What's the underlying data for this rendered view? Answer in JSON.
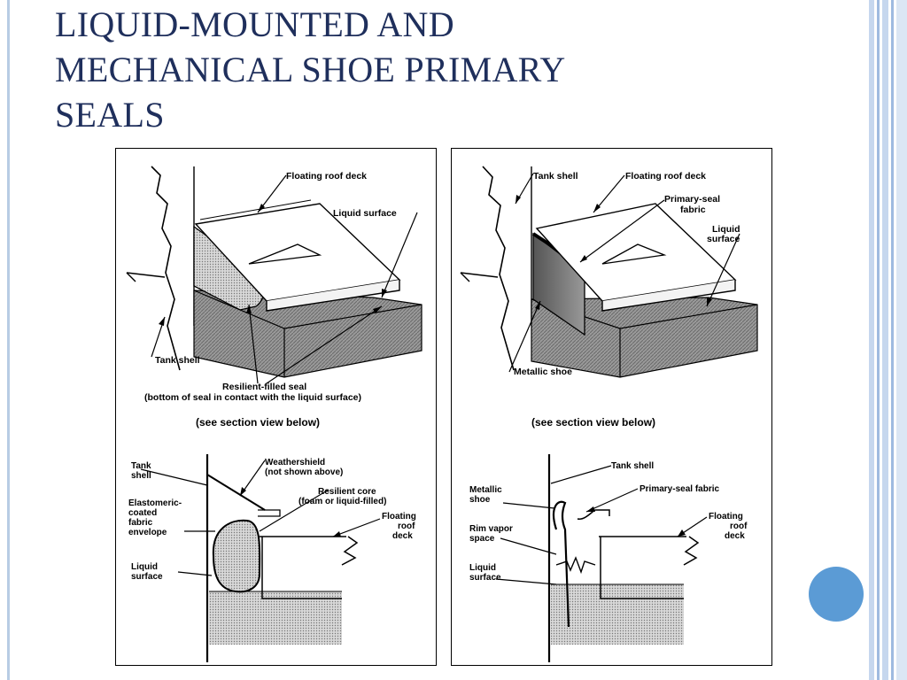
{
  "slide": {
    "title_line1": "LIQUID-MOUNTED AND",
    "title_line2": "MECHANICAL SHOE PRIMARY",
    "title_line3": "SEALS"
  },
  "left_panel": {
    "top": {
      "floating_roof_deck": "Floating roof deck",
      "liquid_surface": "Liquid surface",
      "tank_shell": "Tank shell",
      "resilient_seal": "Resilient-filled seal",
      "resilient_seal_note": "(bottom of seal in contact with the liquid surface)",
      "see_section": "(see section view below)"
    },
    "section": {
      "tank_shell_1": "Tank",
      "tank_shell_2": "shell",
      "weathershield": "Weathershield",
      "weathershield_note": "(not shown above)",
      "resilient_core": "Resilient core",
      "resilient_core_note": "(foam or liquid-filled)",
      "envelope_1": "Elastomeric-",
      "envelope_2": "coated",
      "envelope_3": "fabric",
      "envelope_4": "envelope",
      "floating_1": "Floating",
      "floating_2": "roof",
      "floating_3": "deck",
      "liquid_1": "Liquid",
      "liquid_2": "surface"
    }
  },
  "right_panel": {
    "top": {
      "tank_shell": "Tank shell",
      "floating_roof_deck": "Floating roof deck",
      "primary_fabric_1": "Primary-seal",
      "primary_fabric_2": "fabric",
      "liquid_1": "Liquid",
      "liquid_2": "surface",
      "metallic_shoe": "Metallic shoe",
      "see_section": "(see section view below)"
    },
    "section": {
      "tank_shell": "Tank shell",
      "metallic_shoe_1": "Metallic",
      "metallic_shoe_2": "shoe",
      "primary_fabric": "Primary-seal fabric",
      "rim_vapor_1": "Rim vapor",
      "rim_vapor_2": "space",
      "floating_1": "Floating",
      "floating_2": "roof",
      "floating_3": "deck",
      "liquid_1": "Liquid",
      "liquid_2": "surface"
    }
  },
  "colors": {
    "title": "#1f2f5c",
    "accent_dot": "#5b9bd5",
    "frame": "#b8cce4"
  }
}
